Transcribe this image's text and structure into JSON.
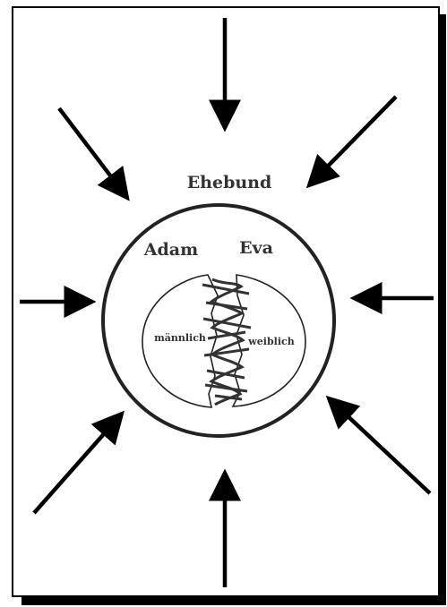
{
  "diagram": {
    "title": "Ehebund",
    "left_name": "Adam",
    "right_name": "Eva",
    "left_inner": "männlich",
    "right_inner": "weiblich",
    "colors": {
      "ink": "#000000",
      "text": "#333333",
      "paper": "#ffffff"
    },
    "icons": {
      "inward_arrows": "arrow-icon",
      "center_join": "zipper-icon"
    }
  }
}
